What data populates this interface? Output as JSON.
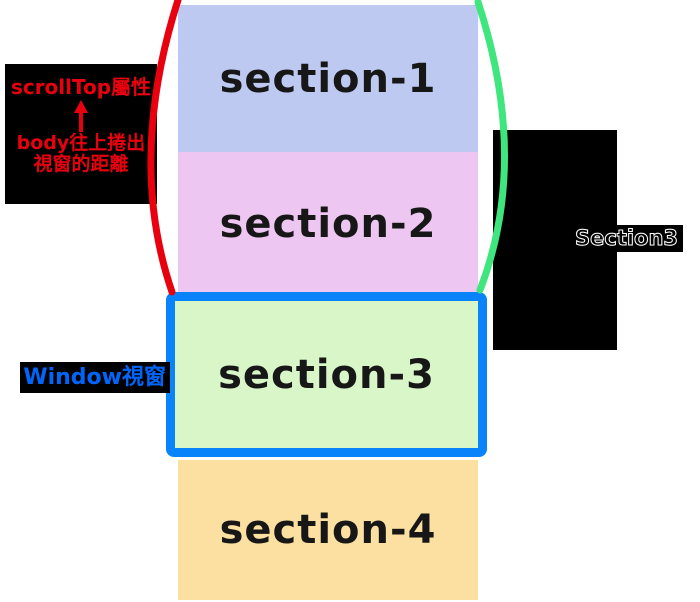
{
  "diagram": {
    "sections": [
      {
        "label": "section-1",
        "color": "#bdc9f1"
      },
      {
        "label": "section-2",
        "color": "#eec6f2"
      },
      {
        "label": "section-3",
        "color": "#d8f6c8"
      },
      {
        "label": "section-4",
        "color": "#fbe0a1"
      }
    ],
    "viewport": {
      "label": "Window視窗",
      "border_color": "#0883fa",
      "label_color": "#0066fa"
    },
    "scrolltop_note": {
      "title": "scrollTop屬性",
      "desc_line1": "body往上捲出",
      "desc_line2": "視窗的距離",
      "text_color": "#e8000f"
    },
    "right_note": {
      "text": "Section3",
      "text_color": "#000000",
      "outline_color": "#ffffff"
    },
    "braces": {
      "left_color": "#e8000f",
      "right_color": "#3fe57d"
    }
  }
}
